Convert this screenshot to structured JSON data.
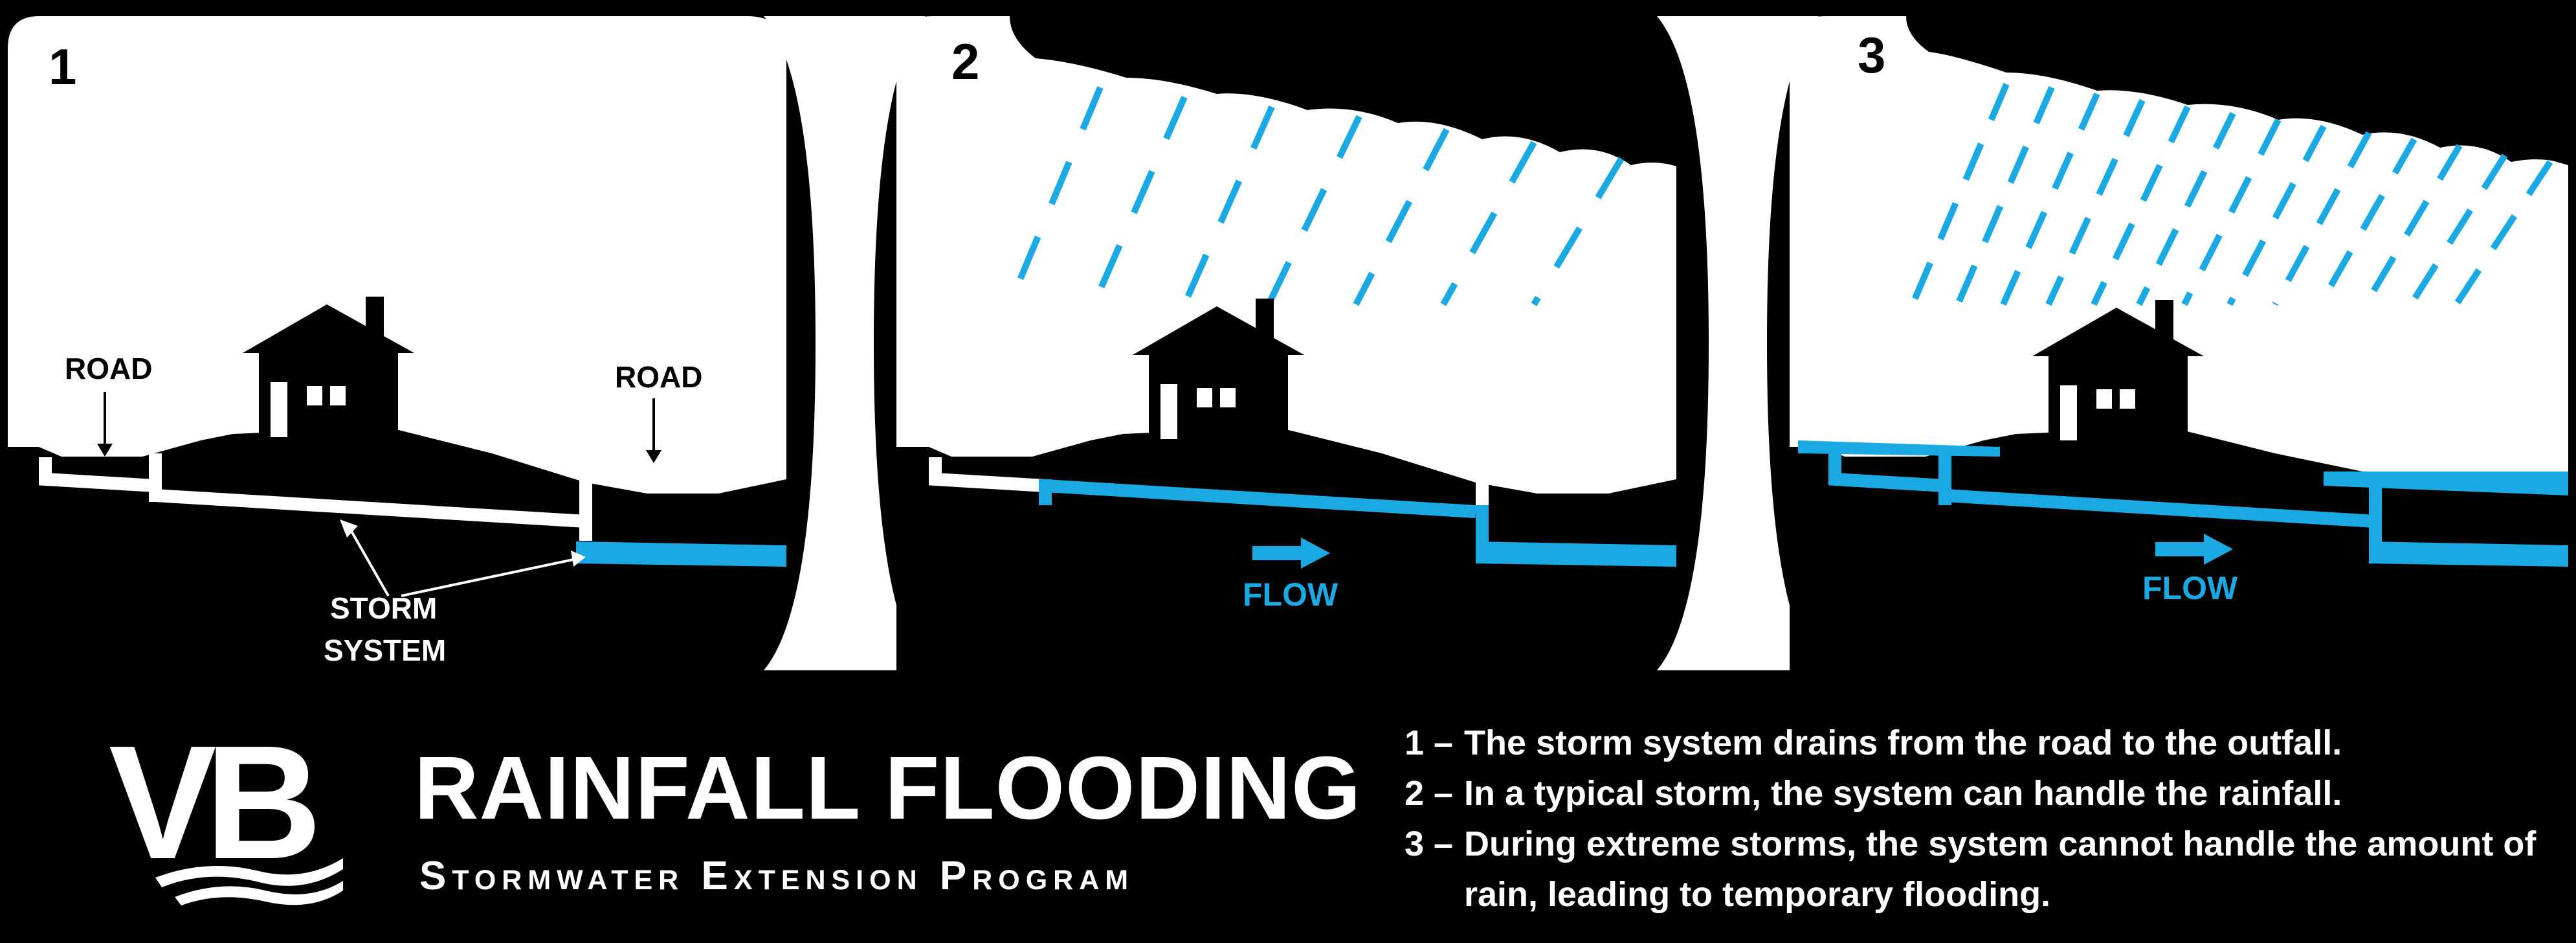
{
  "panels": [
    {
      "number": "1"
    },
    {
      "number": "2"
    },
    {
      "number": "3"
    }
  ],
  "labels": {
    "road_left": "ROAD",
    "road_right": "ROAD",
    "storm_line1": "STORM",
    "storm_line2": "SYSTEM",
    "flow_2": "FLOW",
    "flow_3": "FLOW"
  },
  "footer": {
    "logo_text": "VB",
    "title": "RAINFALL FLOODING",
    "subtitle": "Stormwater Extension Program",
    "notes": [
      {
        "num": "1 –",
        "text": "The storm system drains from the road to the outfall."
      },
      {
        "num": "2 –",
        "text": "In a typical storm, the system can handle the rainfall."
      },
      {
        "num": "3 –",
        "text": "During extreme storms, the system cannot handle the amount of rain, leading to temporary flooding."
      }
    ]
  },
  "colors": {
    "background": "#000000",
    "panel": "#ffffff",
    "water": "#1aa9e3"
  }
}
